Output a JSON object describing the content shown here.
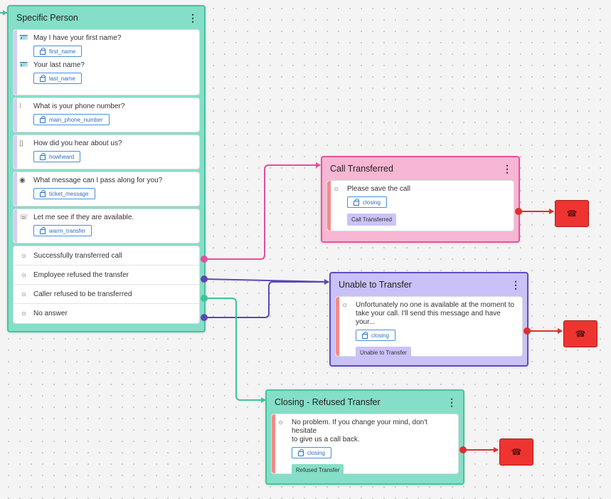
{
  "colors": {
    "specific_person_header": "#85dec7",
    "specific_person_border": "#45c49f",
    "call_transferred_header": "#f7b6d3",
    "call_transferred_border": "#e8539b",
    "unable_header": "#c9c1f7",
    "unable_border": "#5c4dbe",
    "closing_header": "#85dec7",
    "closing_border": "#45c49f",
    "edge_pink": "#e0519a",
    "edge_purple": "#5b48b8",
    "edge_teal": "#3ec39b",
    "edge_red": "#e02e2e"
  },
  "specific_person": {
    "title": "Specific Person",
    "menu": "⋮",
    "steps": [
      {
        "icon": "id-card-icon",
        "glyph": "🪪",
        "prompt": "May I have your first name?",
        "variable": "first_name"
      },
      {
        "icon": "id-card-icon",
        "glyph": "🪪",
        "prompt": "Your last name?",
        "variable": "last_name"
      },
      {
        "icon": "keypad-icon",
        "glyph": "⁝",
        "prompt": "What is your phone number?",
        "variable": "main_phone_number"
      },
      {
        "icon": "options-icon",
        "glyph": "▯",
        "prompt": "How did you hear about us?",
        "variable": "howheard"
      },
      {
        "icon": "message-icon",
        "glyph": "◉",
        "prompt": "What message can I pass along for you?",
        "variable": "ticket_message"
      },
      {
        "icon": "transfer-icon",
        "glyph": "☏",
        "prompt": "Let me see if they are available.",
        "variable": "warm_transfer"
      }
    ],
    "outcomes": [
      {
        "label": "Successfully transferred call",
        "glyph": "☼"
      },
      {
        "label": "Employee refused the transfer",
        "glyph": "☼"
      },
      {
        "label": "Caller refused to be transferred",
        "glyph": "☼"
      },
      {
        "label": "No answer",
        "glyph": "☼"
      }
    ]
  },
  "call_transferred": {
    "title": "Call Transferred",
    "menu": "⋮",
    "message": "Please save the call",
    "glyph": "☼",
    "variable": "closing",
    "tag": "Call Transferred",
    "tag_color": "#cbc3f7"
  },
  "unable_to_transfer": {
    "title": "Unable to Transfer",
    "menu": "⋮",
    "message_line1": "Unfortunately no one is available at the moment to",
    "message_line2": "take your call. I'll send this message and have your...",
    "glyph": "☼",
    "variable": "closing",
    "tag": "Unable to Transfer",
    "tag_color": "#cbc3f7"
  },
  "closing_refused": {
    "title": "Closing - Refused Transfer",
    "menu": "⋮",
    "message_line1": "No problem. If you change your mind, don't hesitate",
    "message_line2": "to give us a call back.",
    "glyph": "☼",
    "variable": "closing",
    "tag": "Refused Transfer",
    "tag_color": "#85dec7"
  },
  "hangup": {
    "glyph": "☎"
  }
}
